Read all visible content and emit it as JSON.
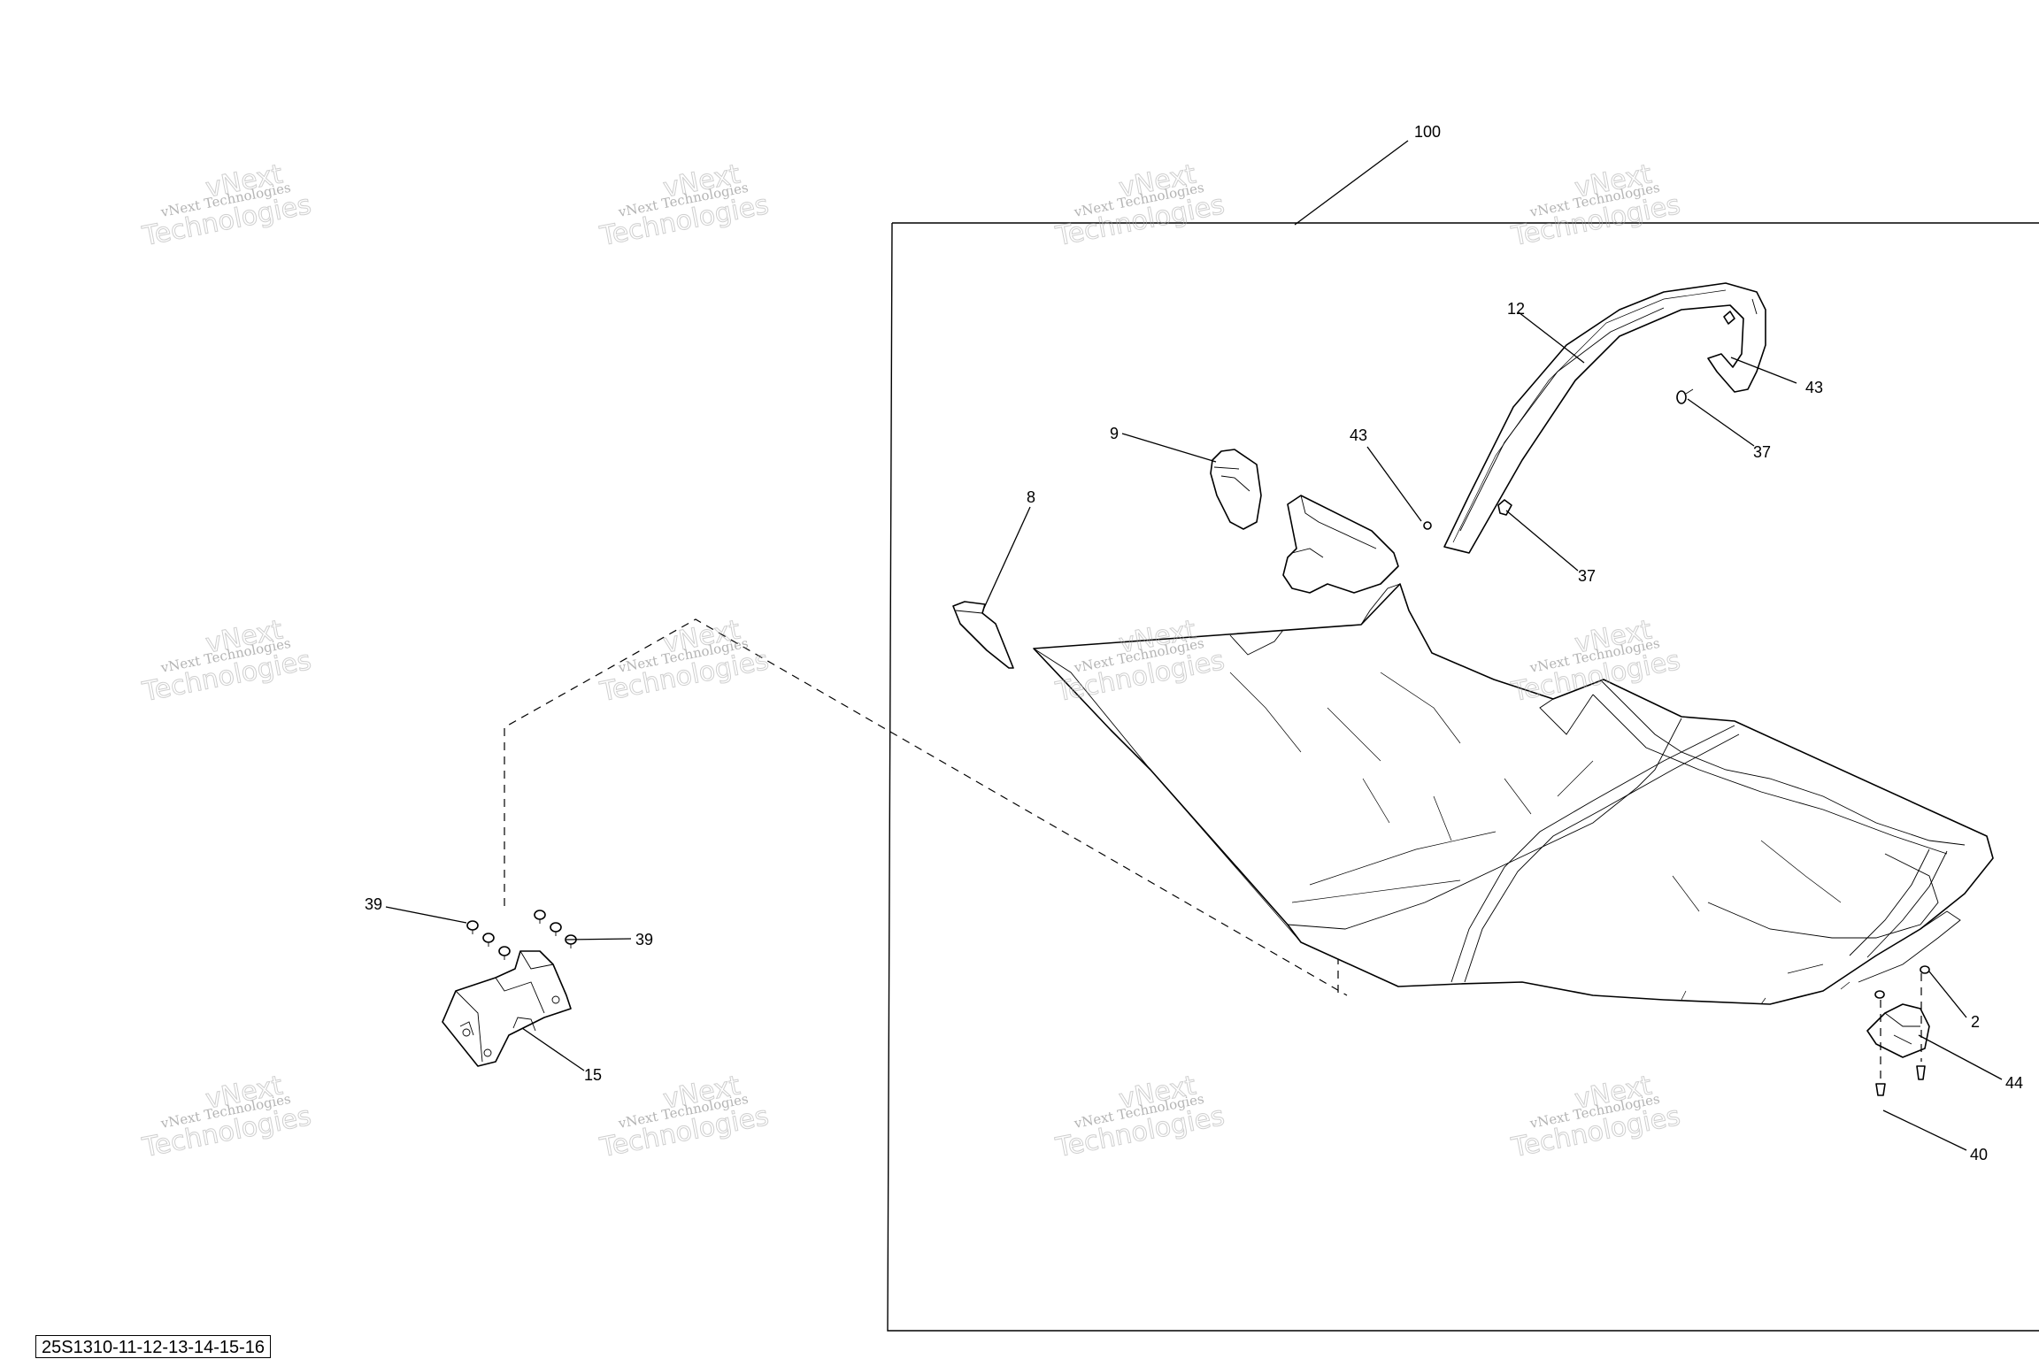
{
  "diagram": {
    "callouts": [
      "100",
      "12",
      "43",
      "37",
      "9",
      "43",
      "37",
      "8",
      "39",
      "39",
      "15",
      "2",
      "44",
      "40"
    ],
    "drawing_code": "25S1310-11-12-13-14-15-16"
  },
  "watermark": {
    "line1": "vNext Technologies",
    "line2": "vNext",
    "line3": "Technologies"
  }
}
